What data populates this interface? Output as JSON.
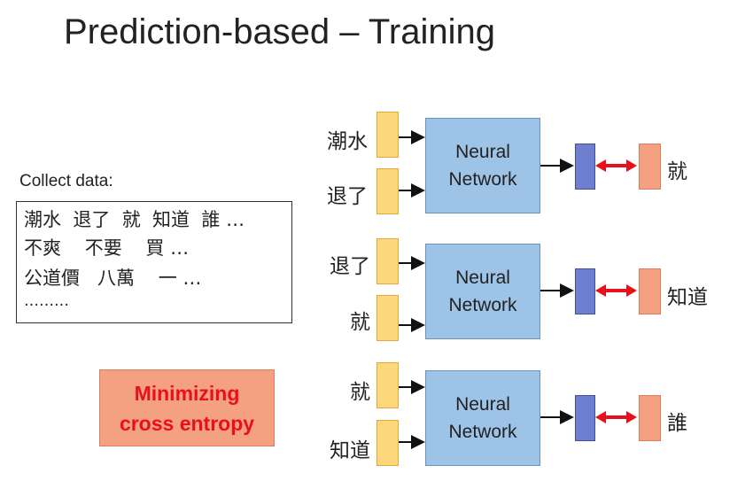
{
  "title": "Prediction-based – Training",
  "collect": {
    "label": "Collect data:",
    "lines": [
      "潮水  退了  就  知道  誰 …",
      "不爽    不要    買 …",
      "公道價   八萬    一 …",
      "………"
    ]
  },
  "loss_label": {
    "line1": "Minimizing",
    "line2": "cross entropy"
  },
  "networks": [
    {
      "input1": "潮水",
      "input2": "退了",
      "nn_line1": "Neural",
      "nn_line2": "Network",
      "target": "就"
    },
    {
      "input1": "退了",
      "input2": "就",
      "nn_line1": "Neural",
      "nn_line2": "Network",
      "target": "知道"
    },
    {
      "input1": "就",
      "input2": "知道",
      "nn_line1": "Neural",
      "nn_line2": "Network",
      "target": "誰"
    }
  ],
  "colors": {
    "input": "#fdd77a",
    "network": "#9dc3e6",
    "output": "#6f7fd0",
    "target": "#f4a182",
    "arrow_red": "#e8101a",
    "loss_text": "#e8101a"
  }
}
